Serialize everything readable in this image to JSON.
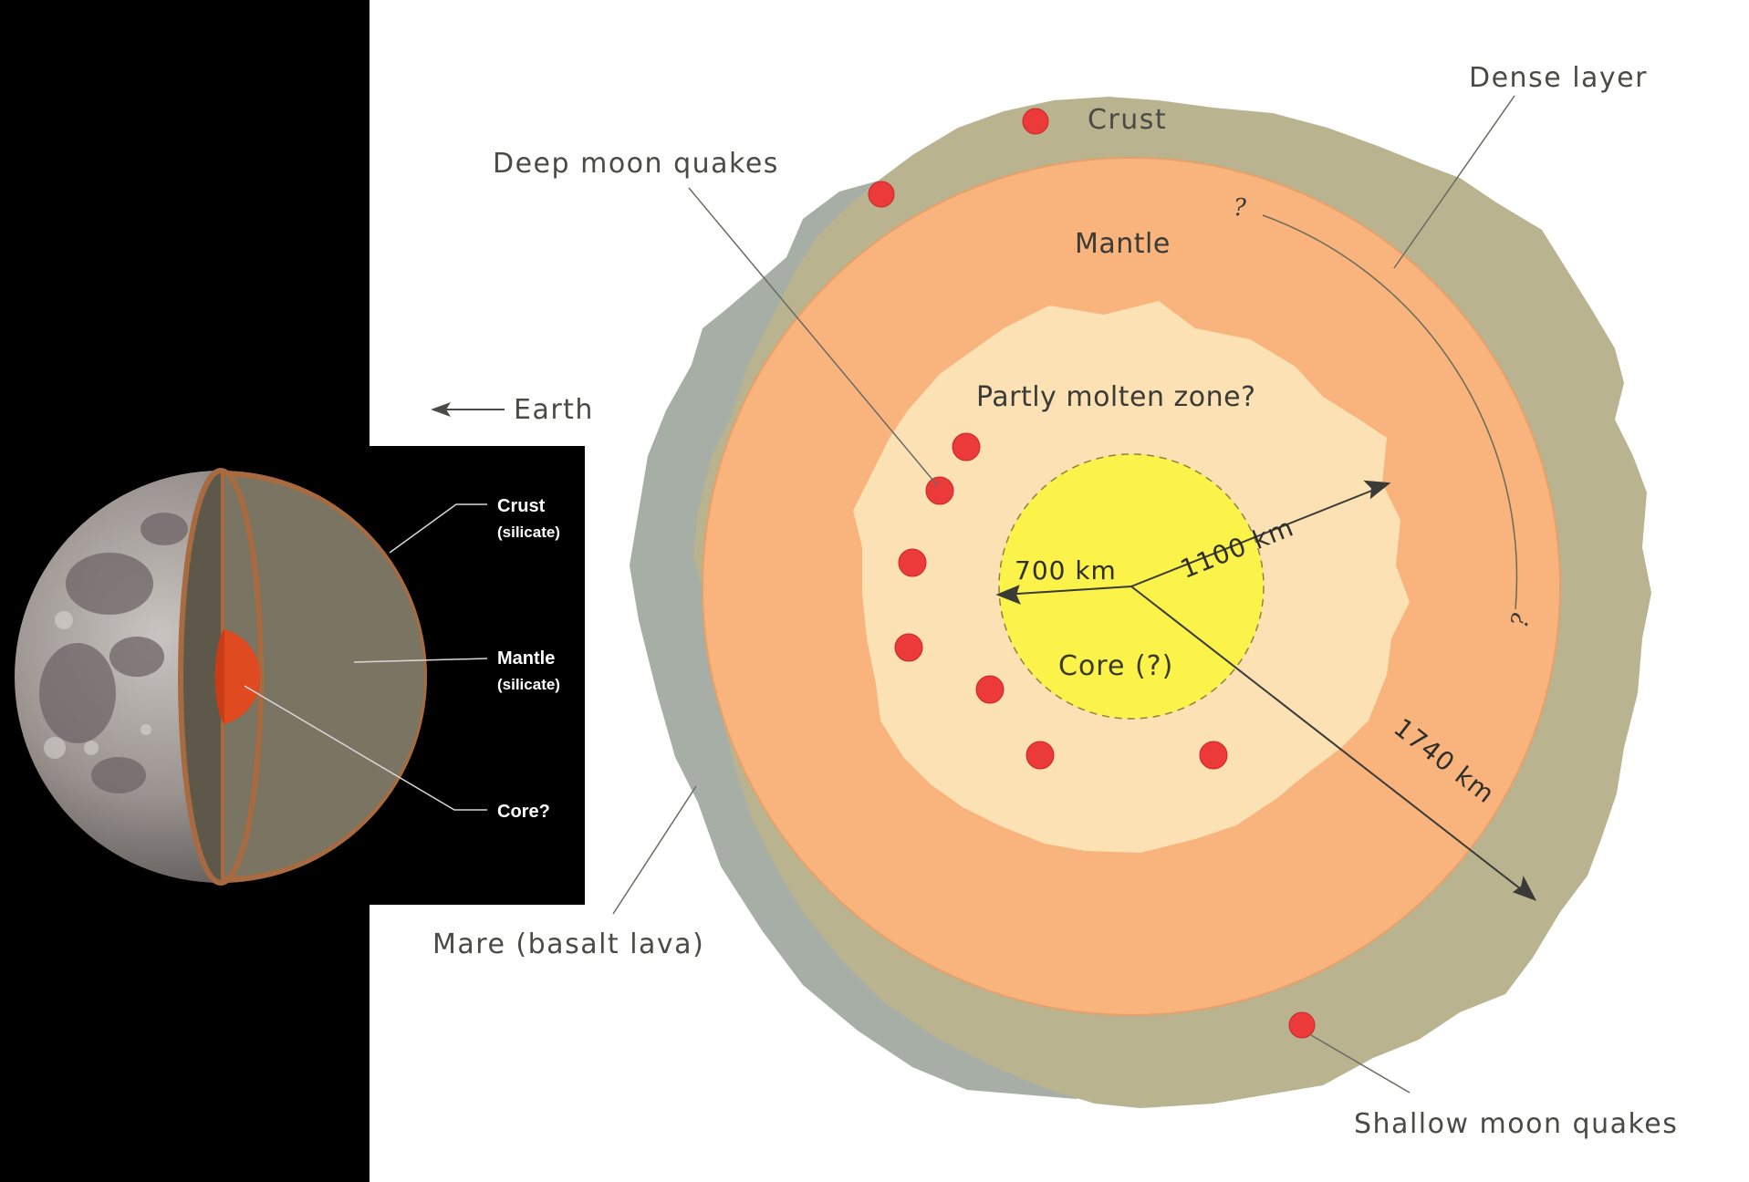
{
  "small_diagram": {
    "crust_label": "Crust",
    "crust_sub": "(silicate)",
    "mantle_label": "Mantle",
    "mantle_sub": "(silicate)",
    "core_label": "Core?"
  },
  "earth_label": "Earth",
  "main_diagram": {
    "crust": "Crust",
    "dense_layer": "Dense layer",
    "deep_quakes": "Deep moon quakes",
    "mantle": "Mantle",
    "partly_molten": "Partly molten zone?",
    "core": "Core (?)",
    "radius_core": "700 km",
    "radius_molten": "1100 km",
    "radius_moon": "1740 km",
    "mare": "Mare (basalt lava)",
    "shallow_quakes": "Shallow moon quakes",
    "question_mark_top": "?",
    "question_mark_right": "?"
  },
  "colors": {
    "crust": "#b9b48f",
    "mare": "#a7aea5",
    "mantle": "#f8b47c",
    "molten_zone": "#fbe1b3",
    "core": "#fbf24a",
    "quake_dot": "#ec3a3a",
    "small_mantle": "#7a7462",
    "small_crust": "#a86a40",
    "small_core": "#e04a20"
  }
}
